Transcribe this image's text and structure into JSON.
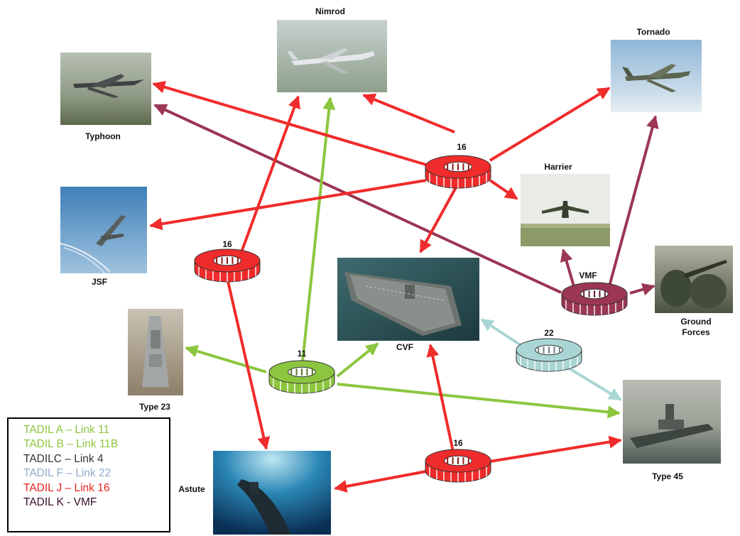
{
  "colors": {
    "link16": "#f02b2b",
    "link11": "#8cc63f",
    "link22": "#a9d6d4",
    "vmf": "#9b3653",
    "legend_tadil_a": "#8cc63f",
    "legend_tadil_b": "#8cc63f",
    "legend_tadilc": "#333333",
    "legend_tadil_f": "#8fa9c9",
    "legend_tadil_j": "#e8231f",
    "legend_tadil_k": "#3a0f2a"
  },
  "nodes": {
    "nimrod": "Nimrod",
    "tornado": "Tornado",
    "typhoon": "Typhoon",
    "harrier": "Harrier",
    "jsf": "JSF",
    "cvf": "CVF",
    "ground_forces_line1": "Ground",
    "ground_forces_line2": "Forces",
    "type23": "Type 23",
    "type45": "Type 45",
    "astute": "Astute"
  },
  "hubs": {
    "hub_top": "16",
    "hub_left": "16",
    "hub_link11": "11",
    "hub_link22": "22",
    "hub_vmf": "VMF",
    "hub_bottom": "16"
  },
  "legend": [
    {
      "text": "TADIL A – Link 11",
      "color_key": "legend_tadil_a"
    },
    {
      "text": "TADIL B – Link 11B",
      "color_key": "legend_tadil_b"
    },
    {
      "text": "TADILC – Link 4",
      "color_key": "legend_tadilc"
    },
    {
      "text": "TADIL F – Link 22",
      "color_key": "legend_tadil_f"
    },
    {
      "text": "TADIL J – Link 16",
      "color_key": "legend_tadil_j"
    },
    {
      "text": "TADIL K - VMF",
      "color_key": "legend_tadil_k"
    }
  ]
}
